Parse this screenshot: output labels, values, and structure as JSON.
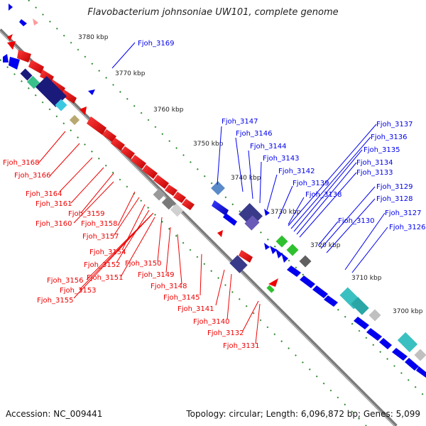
{
  "title": "Flavobacterium johnsoniae UW101, complete genome",
  "accession": "Accession: NC_009441",
  "summary": "Topology: circular; Length: 6,096,872 bp; Genes: 5,099",
  "scale_ticks": [
    "3780 kbp",
    "3770 kbp",
    "3760 kbp",
    "3750 kbp",
    "3740 kbp",
    "3730 kbp",
    "3720 kbp",
    "3710 kbp",
    "3700 kbp"
  ],
  "red_genes": [
    "Fjoh_3168",
    "Fjoh_3166",
    "Fjoh_3164",
    "Fjoh_3161",
    "Fjoh_3160",
    "Fjoh_3159",
    "Fjoh_3158",
    "Fjoh_3157",
    "Fjoh_3154",
    "Fjoh_3152",
    "Fjoh_3156",
    "Fjoh_3151",
    "Fjoh_3153",
    "Fjoh_3155",
    "Fjoh_3150",
    "Fjoh_3149",
    "Fjoh_3148",
    "Fjoh_3145",
    "Fjoh_3141",
    "Fjoh_3140",
    "Fjoh_3132",
    "Fjoh_3131"
  ],
  "blue_genes": [
    "Fjoh_3169",
    "Fjoh_3147",
    "Fjoh_3146",
    "Fjoh_3144",
    "Fjoh_3143",
    "Fjoh_3142",
    "Fjoh_3139",
    "Fjoh_3138",
    "Fjoh_3137",
    "Fjoh_3136",
    "Fjoh_3135",
    "Fjoh_3134",
    "Fjoh_3133",
    "Fjoh_3130",
    "Fjoh_3129",
    "Fjoh_3128",
    "Fjoh_3127",
    "Fjoh_3126"
  ],
  "colors": {
    "forward": "#0000ee",
    "reverse": "#ee0000",
    "backbone": "#8c8c8c",
    "ticks": "#2e8b2e"
  }
}
